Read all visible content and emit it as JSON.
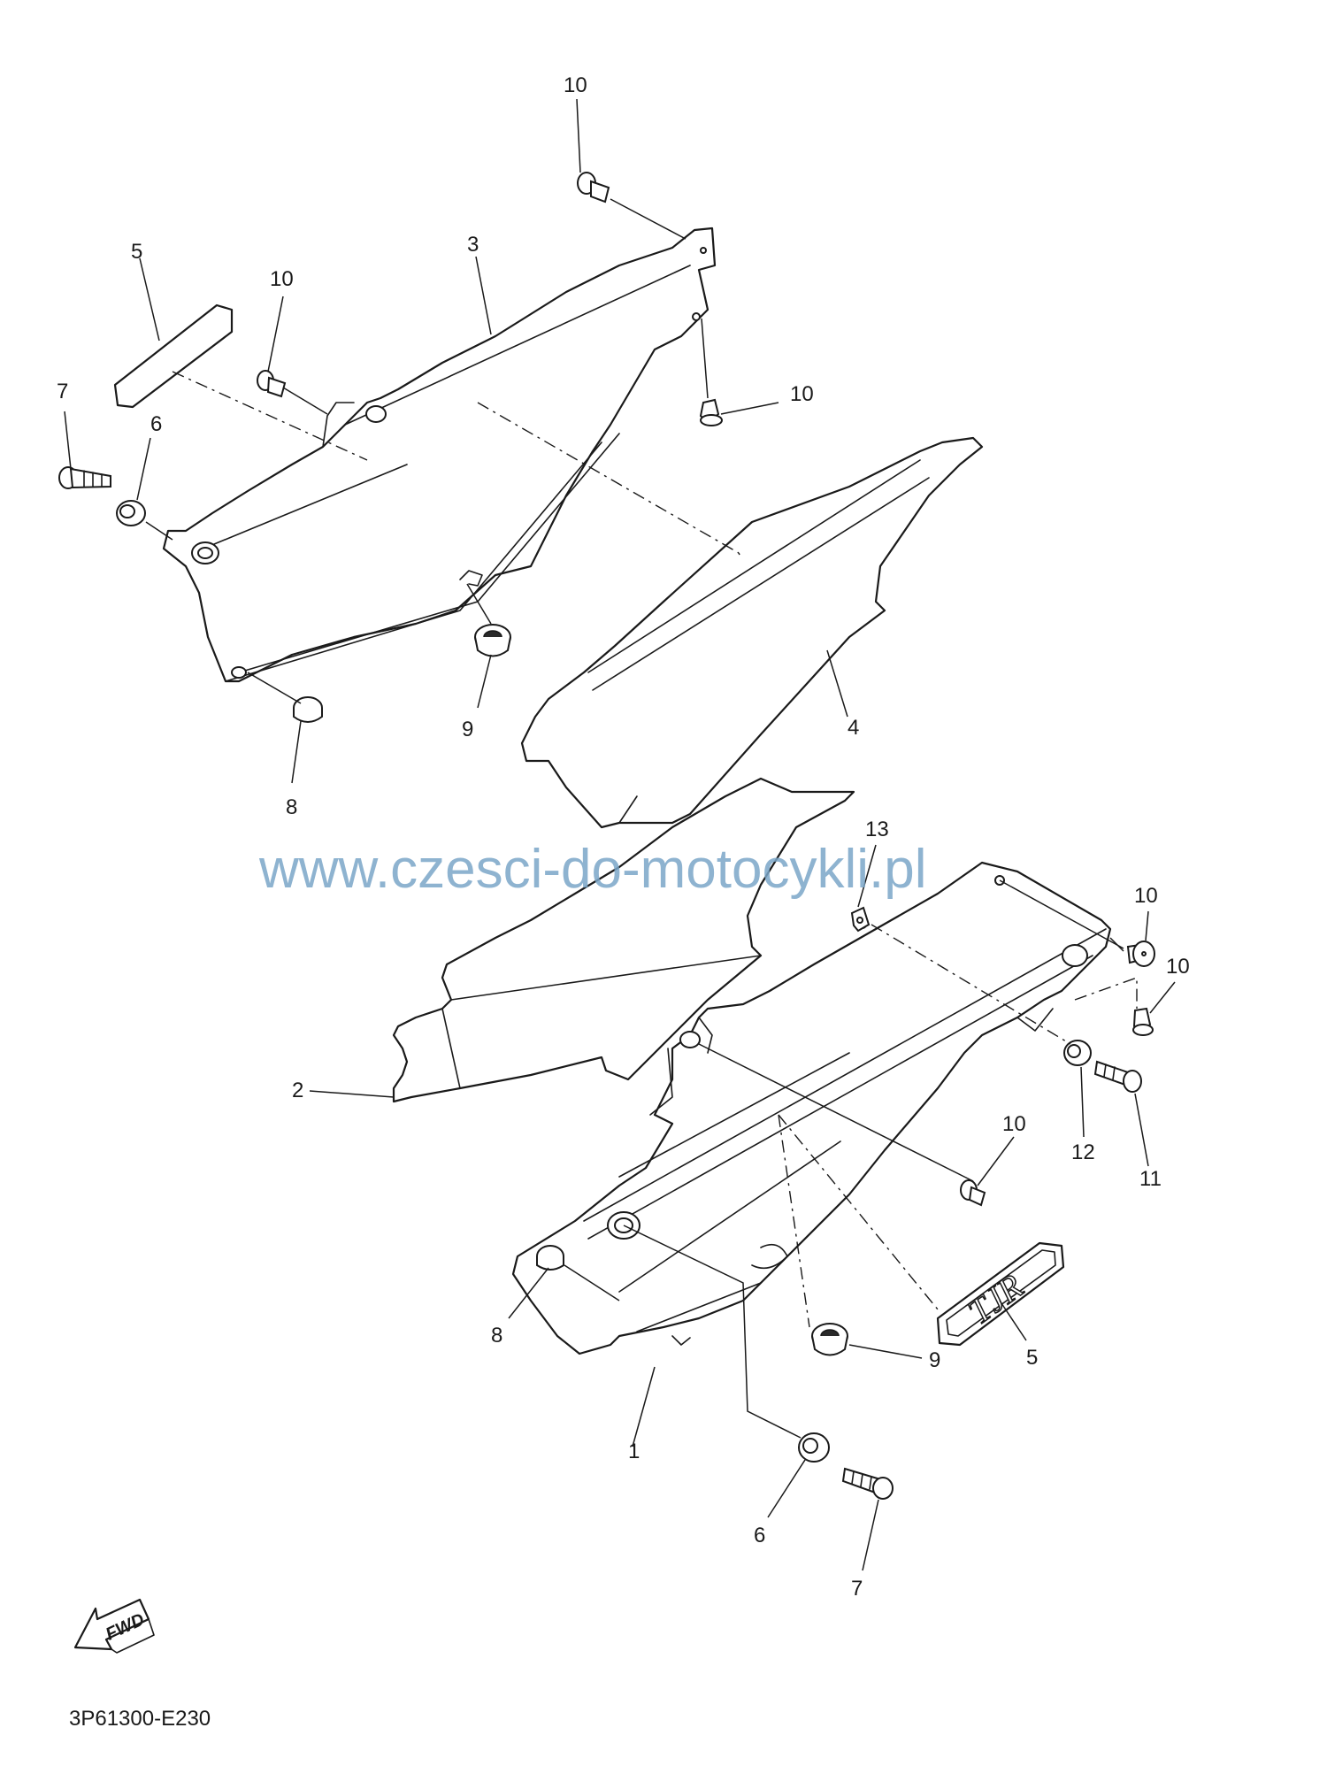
{
  "watermark": "www.czesci-do-motocykli.pl",
  "diagram_code": "3P61300-E230",
  "fwd_label": "FWD",
  "emblem_text": "TJR",
  "callouts": {
    "c1": "1",
    "c2": "2",
    "c3": "3",
    "c4": "4",
    "c5a": "5",
    "c5b": "5",
    "c6a": "6",
    "c6b": "6",
    "c7a": "7",
    "c7b": "7",
    "c8a": "8",
    "c8b": "8",
    "c9a": "9",
    "c9b": "9",
    "c10a": "10",
    "c10b": "10",
    "c10c": "10",
    "c10d": "10",
    "c10e": "10",
    "c10f": "10",
    "c11": "11",
    "c12": "12",
    "c13": "13"
  }
}
